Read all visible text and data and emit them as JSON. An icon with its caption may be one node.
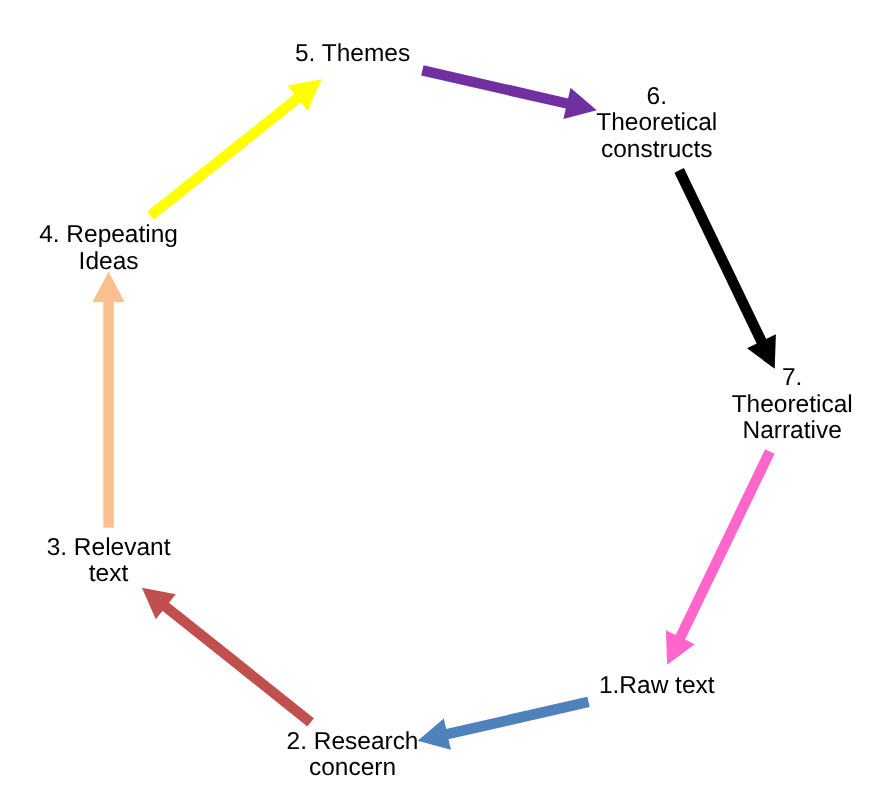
{
  "diagram": {
    "nodes": [
      {
        "text": [
          "1.Raw text"
        ]
      },
      {
        "text": [
          "2. Research concern"
        ]
      },
      {
        "text": [
          "3. Relevant text"
        ]
      },
      {
        "text": [
          "4. Repeating Ideas"
        ]
      },
      {
        "text": [
          "5. Themes"
        ]
      },
      {
        "text": [
          "6. Theoretical constructs"
        ]
      },
      {
        "text": [
          "7. Theoretical Narrative"
        ]
      }
    ],
    "edges": [
      {
        "from": 6,
        "to": 0,
        "arrow": "to",
        "color": "#ff66cc"
      },
      {
        "from": 0,
        "to": 1,
        "arrow": "to",
        "color": "#4f81bd"
      },
      {
        "from": 1,
        "to": 2,
        "arrow": "to",
        "color": "#c0504d"
      },
      {
        "from": 2,
        "to": 3,
        "arrow": "to",
        "color": "#fac090"
      },
      {
        "from": 3,
        "to": 4,
        "arrow": "to",
        "color": "#ffff00"
      },
      {
        "from": 4,
        "to": 5,
        "arrow": "to",
        "color": "#7030a0"
      },
      {
        "from": 5,
        "to": 6,
        "arrow": "to",
        "color": "#000000"
      }
    ]
  }
}
